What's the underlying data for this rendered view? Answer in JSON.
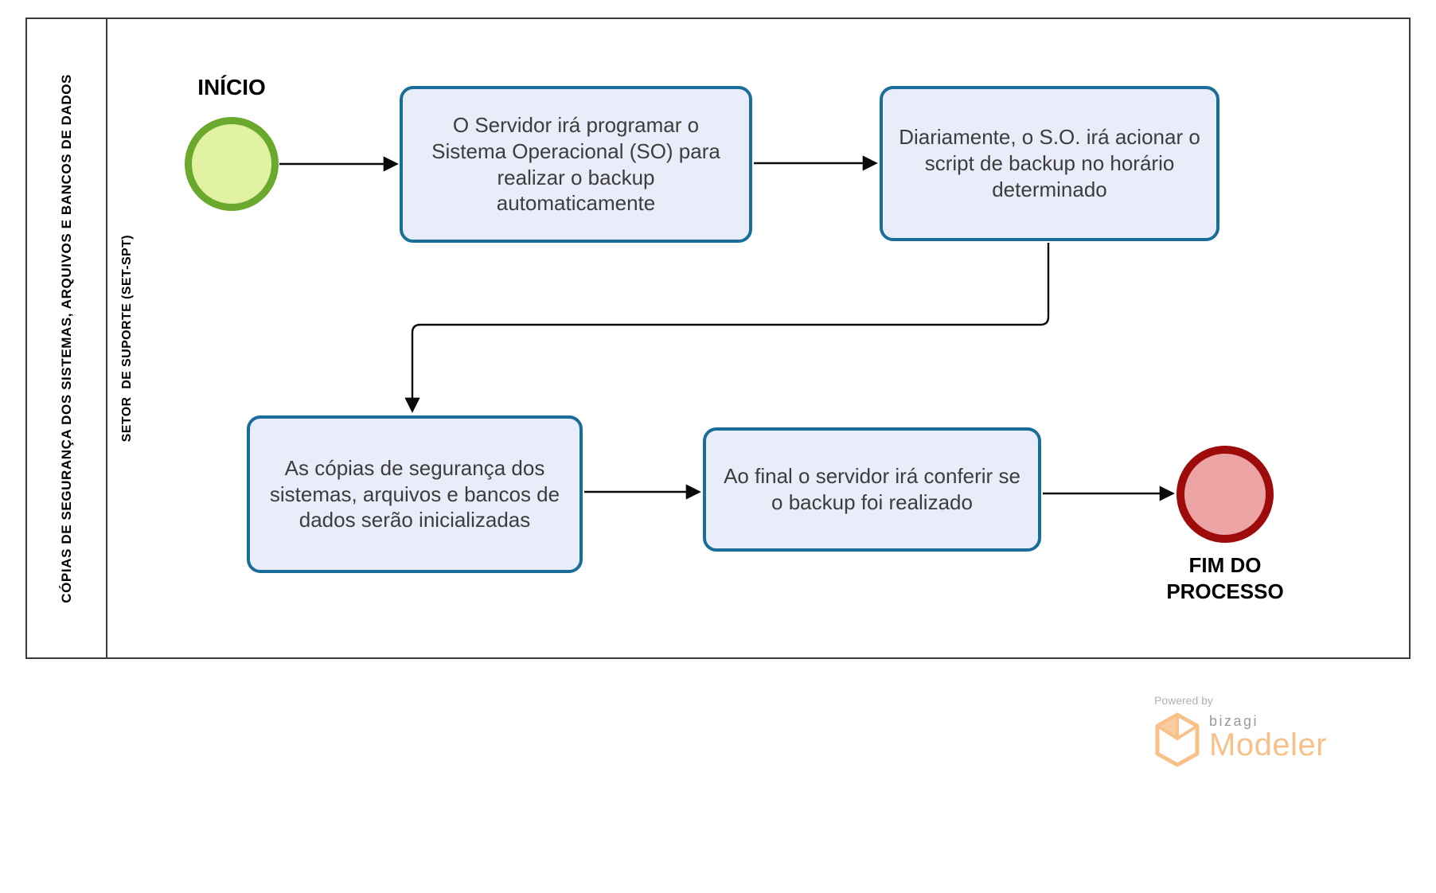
{
  "diagram": {
    "pool_label": "CÓPIAS DE SEGURANÇA DOS SISTEMAS, ARQUIVOS E BANCOS DE DADOS",
    "lane_label": "SETOR  DE SUPORTE (SET-SPT)"
  },
  "events": {
    "start": {
      "label": "INÍCIO"
    },
    "end": {
      "label": "FIM DO PROCESSO"
    }
  },
  "tasks": [
    {
      "name": "task-program-os-backup",
      "text": "O Servidor irá programar o Sistema Operacional (SO) para realizar o backup automaticamente"
    },
    {
      "name": "task-daily-script-trigger",
      "text": "Diariamente, o S.O. irá acionar o script de backup no horário determinado"
    },
    {
      "name": "task-copies-initialized",
      "text": "As cópias de segurança dos sistemas, arquivos e bancos de dados serão inicializadas"
    },
    {
      "name": "task-verify-backup",
      "text": "Ao final o servidor irá conferir se o backup foi realizado"
    }
  ],
  "flows": [
    {
      "from": "start-event",
      "to": "task-program-os-backup"
    },
    {
      "from": "task-program-os-backup",
      "to": "task-daily-script-trigger"
    },
    {
      "from": "task-daily-script-trigger",
      "to": "task-copies-initialized"
    },
    {
      "from": "task-copies-initialized",
      "to": "task-verify-backup"
    },
    {
      "from": "task-verify-backup",
      "to": "end-event"
    }
  ],
  "branding": {
    "powered_by": "Powered by",
    "brand": "bizagi",
    "product": "Modeler"
  },
  "colors": {
    "task_border": "#1b6d99",
    "task_fill": "#e9ecf9",
    "start_event_border": "#6aa82e",
    "start_event_fill": "#e1f2a3",
    "end_event_border": "#9e0b0b",
    "end_event_fill": "#eda4a4",
    "connector": "#0a0a0a",
    "pool_border": "#3a3a3a",
    "brand_orange": "#f9c18a",
    "brand_gray": "#9b9b9b"
  }
}
